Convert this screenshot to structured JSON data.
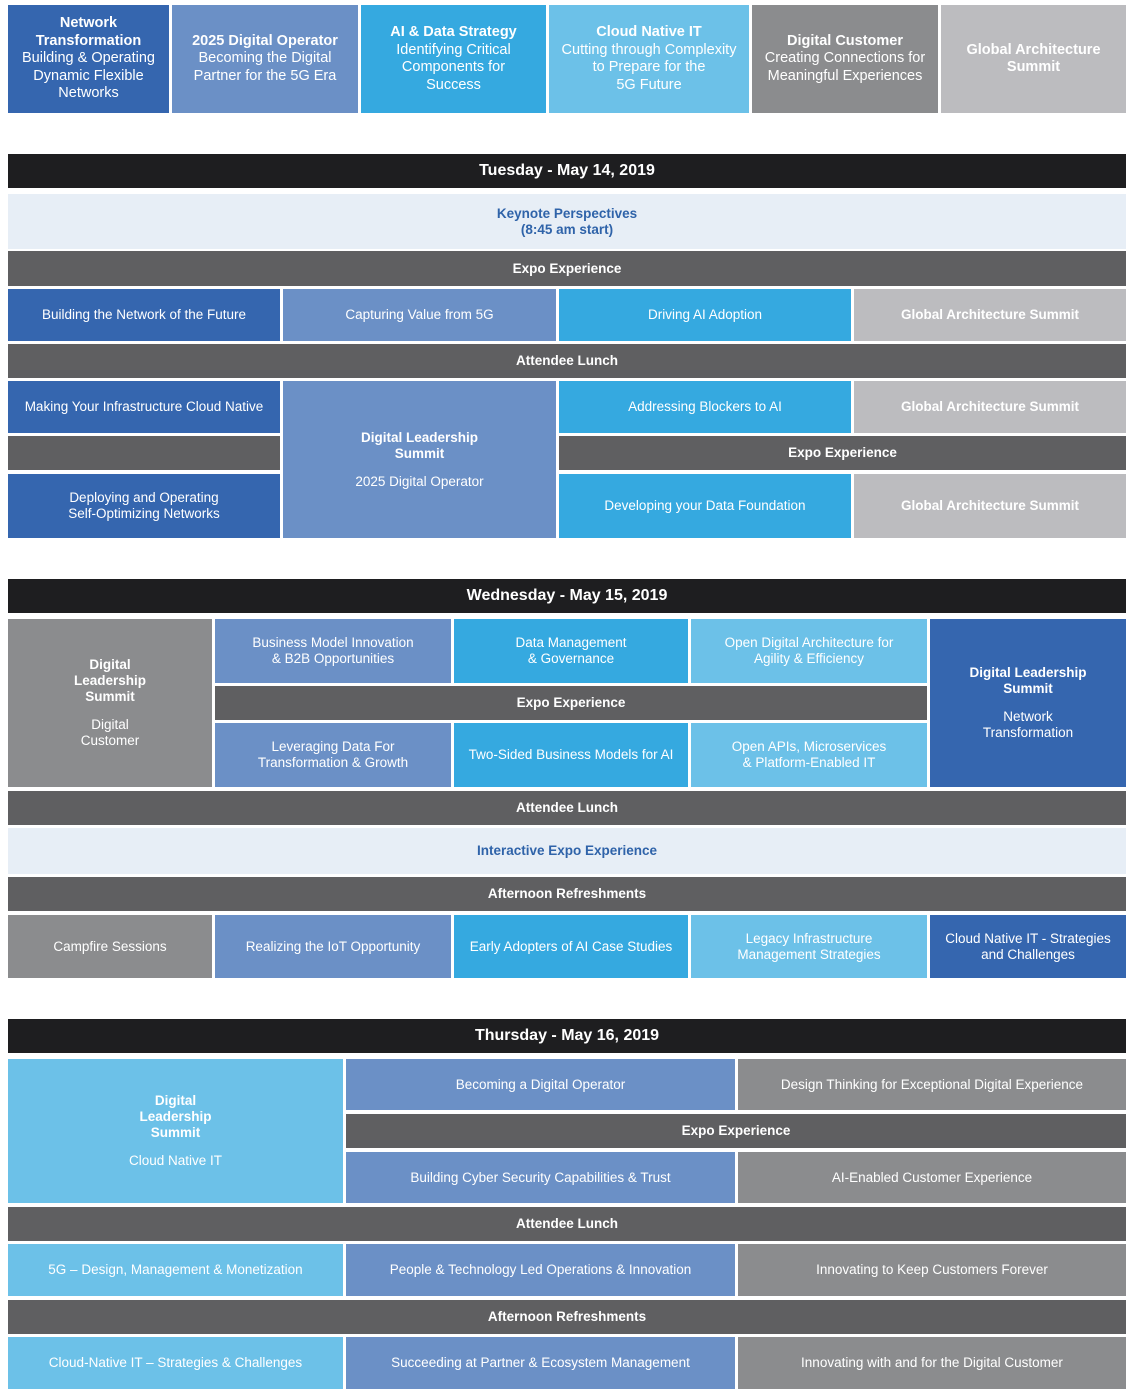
{
  "legend": [
    {
      "title": "Network\nTransformation",
      "subtitle": "Building & Operating\nDynamic Flexible\nNetworks"
    },
    {
      "title": "2025 Digital Operator",
      "subtitle": "Becoming the Digital\nPartner for the 5G Era"
    },
    {
      "title": "AI & Data Strategy",
      "subtitle": "Identifying Critical\nComponents for\nSuccess"
    },
    {
      "title": "Cloud Native IT",
      "subtitle": "Cutting through Complexity\nto Prepare for the\n5G Future"
    },
    {
      "title": "Digital Customer",
      "subtitle": "Creating Connections for\nMeaningful Experiences"
    },
    {
      "title": "Global Architecture\nSummit",
      "subtitle": ""
    }
  ],
  "tuesday": {
    "header": "Tuesday - May 14, 2019",
    "keynote": "Keynote Perspectives\n(8:45 am start)",
    "expo1": "Expo Experience",
    "row1": [
      "Building the Network of the Future",
      "Capturing Value from 5G",
      "Driving AI Adoption",
      "Global Architecture Summit"
    ],
    "lunch": "Attendee Lunch",
    "infra": "Making Your Infrastructure Cloud Native",
    "deploying": "Deploying and Operating\nSelf-Optimizing Networks",
    "summit_title": "Digital Leadership\nSummit",
    "summit_track": "2025 Digital Operator",
    "blockers": "Addressing Blockers to AI",
    "gas2": "Global Architecture Summit",
    "expo2": "Expo Experience",
    "data_foundation": "Developing your Data Foundation",
    "gas3": "Global Architecture Summit"
  },
  "wednesday": {
    "header": "Wednesday - May 15, 2019",
    "summit_left_title": "Digital\nLeadership\nSummit",
    "summit_left_track": "Digital\nCustomer",
    "row1": [
      "Business Model Innovation\n& B2B Opportunities",
      "Data Management\n& Governance",
      "Open Digital Architecture for\nAgility & Efficiency"
    ],
    "expo": "Expo Experience",
    "row2": [
      "Leveraging Data For\nTransformation & Growth",
      "Two-Sided Business Models for AI",
      "Open APIs, Microservices\n& Platform-Enabled IT"
    ],
    "summit_right_title": "Digital Leadership\nSummit",
    "summit_right_track": "Network\nTransformation",
    "lunch": "Attendee Lunch",
    "interactive": "Interactive Expo Experience",
    "refreshments": "Afternoon Refreshments",
    "row3": [
      "Campfire Sessions",
      "Realizing the IoT Opportunity",
      "Early Adopters of AI Case Studies",
      "Legacy Infrastructure\nManagement Strategies",
      "Cloud Native IT - Strategies\nand Challenges"
    ]
  },
  "thursday": {
    "header": "Thursday - May 16, 2019",
    "summit_title": "Digital\nLeadership\nSummit",
    "summit_track": "Cloud Native IT",
    "row1": [
      "Becoming a Digital Operator",
      "Design Thinking for Exceptional Digital Experience"
    ],
    "expo": "Expo Experience",
    "row2": [
      "Building Cyber Security Capabilities & Trust",
      "AI-Enabled Customer Experience"
    ],
    "lunch": "Attendee Lunch",
    "row3": [
      "5G – Design, Management & Monetization",
      "People & Technology Led Operations & Innovation",
      "Innovating to Keep Customers Forever"
    ],
    "refreshments": "Afternoon Refreshments",
    "row4": [
      "Cloud-Native IT – Strategies & Challenges",
      "Succeeding at Partner & Ecosystem Management",
      "Innovating with and for the Digital Customer"
    ]
  },
  "colors": {
    "network_transformation": "#3566af",
    "digital_operator": "#6b90c6",
    "ai_data": "#35a9e0",
    "cloud_native": "#6cc1e8",
    "digital_customer": "#8b8c8e",
    "global_architecture": "#bcbcbf",
    "plenary": "#5f5f61",
    "day_header": "#1e1e20",
    "keynote_bg": "#e7eef6",
    "keynote_text": "#2f63a9"
  }
}
